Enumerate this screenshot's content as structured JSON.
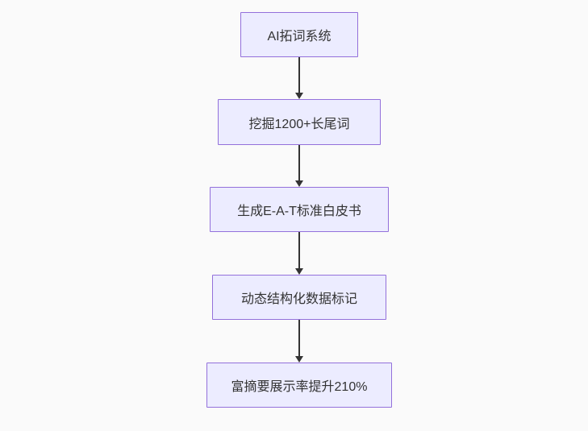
{
  "diagram": {
    "type": "flowchart-top-down",
    "colors": {
      "node_fill": "#ececff",
      "node_border": "#9370db",
      "arrow": "#333333",
      "text": "#333333",
      "background": "#fafafa"
    },
    "nodes": [
      {
        "id": "A",
        "label": "AI拓词系统"
      },
      {
        "id": "B",
        "label": "挖掘1200+长尾词"
      },
      {
        "id": "C",
        "label": "生成E-A-T标准白皮书"
      },
      {
        "id": "D",
        "label": "动态结构化数据标记"
      },
      {
        "id": "E",
        "label": "富摘要展示率提升210%"
      }
    ],
    "edges": [
      {
        "from": "A",
        "to": "B"
      },
      {
        "from": "B",
        "to": "C"
      },
      {
        "from": "C",
        "to": "D"
      },
      {
        "from": "D",
        "to": "E"
      }
    ]
  }
}
